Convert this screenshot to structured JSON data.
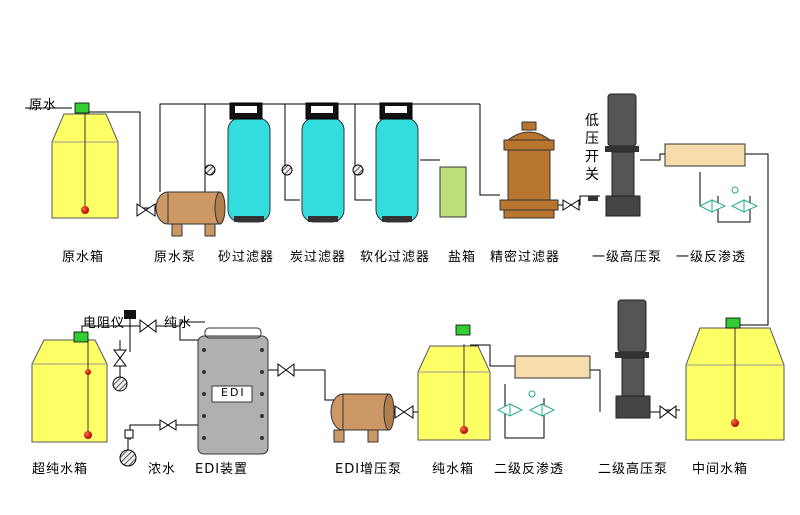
{
  "labels": {
    "raw_water_in": "原水",
    "raw_water_tank": "原水箱",
    "raw_water_pump": "原水泵",
    "sand_filter": "砂过滤器",
    "carbon_filter": "炭过滤器",
    "softener": "软化过滤器",
    "salt_tank": "盐箱",
    "precision_filter": "精密过滤器",
    "low_pressure_switch": "低压开关",
    "stage1_hp_pump": "一级高压泵",
    "stage1_ro": "一级反渗透",
    "intermediate_tank": "中间水箱",
    "stage2_hp_pump": "二级高压泵",
    "stage2_ro": "二级反渗透",
    "pure_water_tank": "纯水箱",
    "edi_booster_pump": "EDI增压泵",
    "edi_device": "EDI装置",
    "edi_panel": "EDI",
    "concentrate": "浓水",
    "ultrapure_tank": "超纯水箱",
    "resistivity_meter": "电阻仪",
    "pure_water": "纯水"
  },
  "colors": {
    "tank_yellow": "#ffff66",
    "filter_cyan": "#33dddd",
    "pump_tan": "#cc9966",
    "precision_brown": "#b8762e",
    "salt_green": "#bde07a",
    "ro_beige": "#f6dcaa",
    "hp_pump_gray": "#555555",
    "edi_gray": "#b0b0b0",
    "sensor_green": "#33cc33",
    "probe_red": "#dd2200",
    "pipe": "#000000"
  }
}
